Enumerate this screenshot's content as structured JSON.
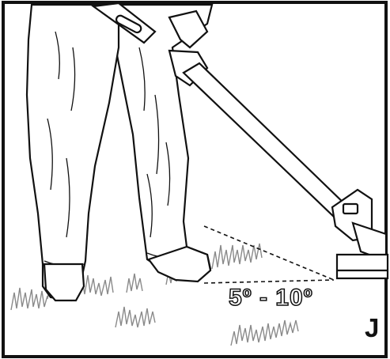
{
  "figure": {
    "angle_label": "5º - 10º",
    "figure_letter": "J"
  },
  "colors": {
    "ink": "#111111",
    "background": "#ffffff",
    "shading": "#9a9a9a"
  },
  "icons": [
    "person-legs-illustration",
    "string-trimmer-illustration",
    "grass-tufts",
    "angle-guide-lines"
  ]
}
